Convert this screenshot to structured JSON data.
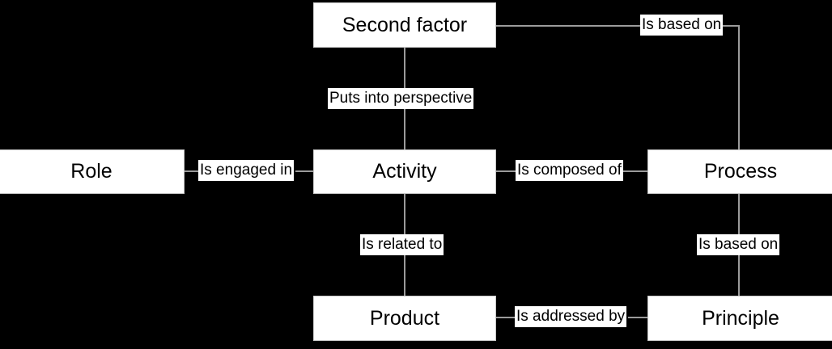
{
  "diagram": {
    "type": "entity-relationship-diagram",
    "background_color": "#000000",
    "node_fill_color": "#ffffff",
    "node_text_color": "#000000",
    "connector_color": "#9b9b9b",
    "nodes": [
      {
        "id": "second-factor",
        "label": "Second factor"
      },
      {
        "id": "role",
        "label": "Role"
      },
      {
        "id": "activity",
        "label": "Activity"
      },
      {
        "id": "process",
        "label": "Process"
      },
      {
        "id": "product",
        "label": "Product"
      },
      {
        "id": "principle",
        "label": "Principle"
      }
    ],
    "edges": [
      {
        "id": "second-factor-process",
        "label": "Is based on",
        "from": "second-factor",
        "to": "process"
      },
      {
        "id": "second-factor-activity",
        "label": "Puts into perspective",
        "from": "second-factor",
        "to": "activity"
      },
      {
        "id": "role-activity",
        "label": "Is engaged in",
        "from": "role",
        "to": "activity"
      },
      {
        "id": "activity-process",
        "label": "Is composed of",
        "from": "process",
        "to": "activity"
      },
      {
        "id": "activity-product",
        "label": "Is related to",
        "from": "activity",
        "to": "product"
      },
      {
        "id": "process-principle",
        "label": "Is based on",
        "from": "process",
        "to": "principle"
      },
      {
        "id": "product-principle",
        "label": "Is addressed by",
        "from": "product",
        "to": "principle"
      }
    ]
  }
}
